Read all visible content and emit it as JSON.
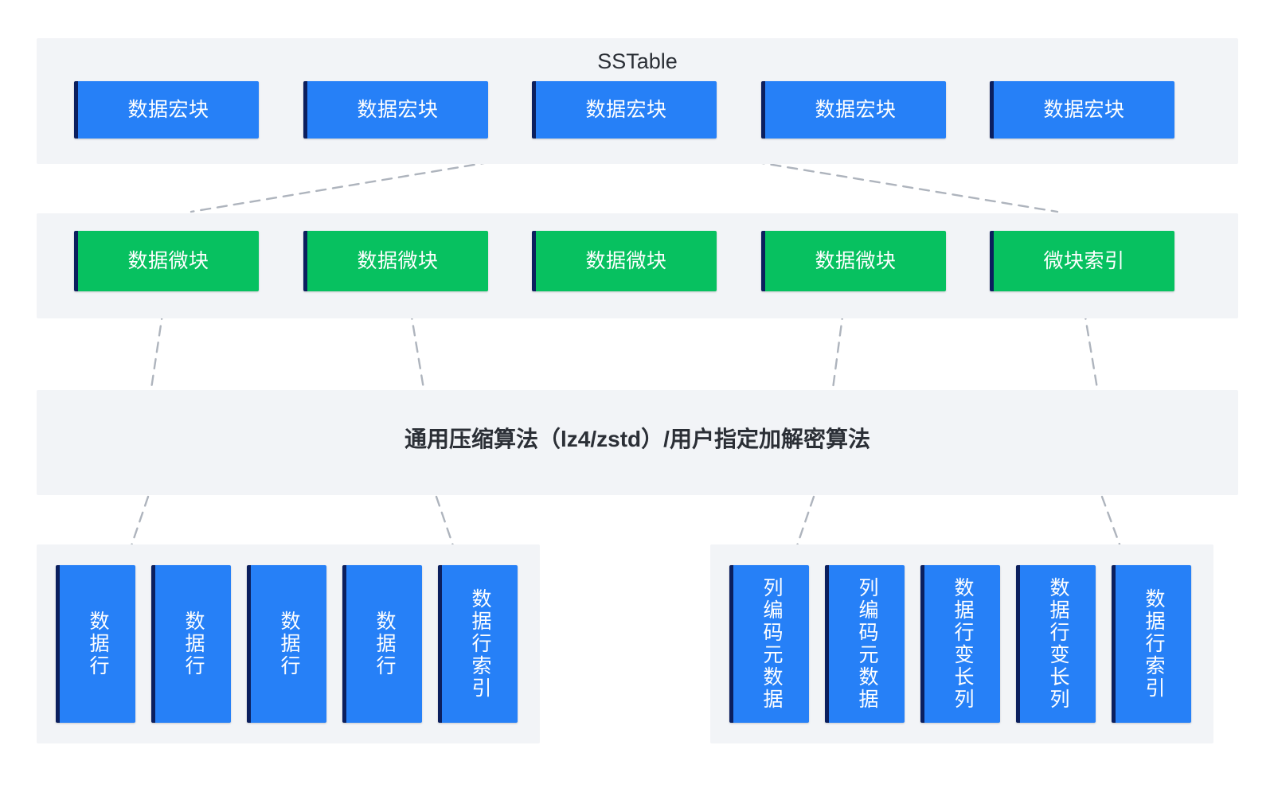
{
  "diagram": {
    "title": "SSTable",
    "background_color": "#ffffff",
    "panel_color": "#f2f4f7",
    "block_blue": "#2680f7",
    "block_green": "#07c160",
    "block_edge": "#0b1f5e",
    "connector_color": "#aeb4bd"
  },
  "sstable_row": {
    "title": "SSTable",
    "blocks": [
      {
        "label": "数据宏块",
        "color": "blue"
      },
      {
        "label": "数据宏块",
        "color": "blue"
      },
      {
        "label": "数据宏块",
        "color": "blue"
      },
      {
        "label": "数据宏块",
        "color": "blue"
      },
      {
        "label": "数据宏块",
        "color": "blue"
      }
    ]
  },
  "microblock_row": {
    "blocks": [
      {
        "label": "数据微块",
        "color": "green"
      },
      {
        "label": "数据微块",
        "color": "green"
      },
      {
        "label": "数据微块",
        "color": "green"
      },
      {
        "label": "数据微块",
        "color": "green"
      },
      {
        "label": "微块索引",
        "color": "green"
      }
    ]
  },
  "compression_band": {
    "title": "通用压缩算法（lz4/zstd）/用户指定加解密算法"
  },
  "row_group_left": {
    "blocks": [
      {
        "label": "数据行",
        "color": "blue"
      },
      {
        "label": "数据行",
        "color": "blue"
      },
      {
        "label": "数据行",
        "color": "blue"
      },
      {
        "label": "数据行",
        "color": "blue"
      },
      {
        "label": "数据行索引",
        "color": "blue"
      }
    ]
  },
  "row_group_right": {
    "blocks": [
      {
        "label": "列编码元数据",
        "color": "blue"
      },
      {
        "label": "列编码元数据",
        "color": "blue"
      },
      {
        "label": "数据行变长列",
        "color": "blue"
      },
      {
        "label": "数据行变长列",
        "color": "blue"
      },
      {
        "label": "数据行索引",
        "color": "blue"
      }
    ]
  }
}
